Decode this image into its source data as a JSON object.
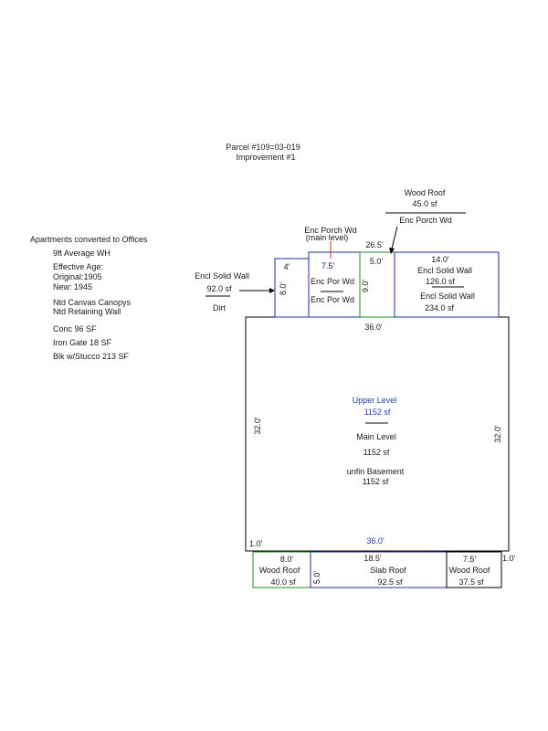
{
  "header": {
    "parcel": "Parcel #109=03-019",
    "improvement": "Improvement #1"
  },
  "notes": {
    "title": "Apartments converted to Offices",
    "lines_a": [
      "9ft Average WH"
    ],
    "lines_b": [
      "Effective Age:",
      "Original:1905",
      "New: 1945"
    ],
    "lines_c": [
      "Ntd Canvas Canopys",
      "Ntd Retaining Wall"
    ],
    "lines_d": [
      "Conc 96 SF",
      "Iron Gate 18 SF",
      "Blk w/Stucco 213 SF"
    ]
  },
  "wood_roof_top": {
    "label": "Wood Roof",
    "area": "45.0 sf",
    "sub": "Enc Porch Wd"
  },
  "enc_porch_callout": {
    "line1": "Enc Porch Wd",
    "line2": "(main level)"
  },
  "encl_wall_left": {
    "label": "Encl Solid Wall",
    "area": "92.0 sf",
    "sub": "Dirt"
  },
  "top_additions": {
    "dim_4": "4'",
    "dim_8": "8.0'",
    "dim_7_5": "7.5'",
    "enc_por_upper": "Enc Por Wd",
    "enc_por_lower": "Enc Por Wd",
    "dim_9": "9.0'",
    "dim_5": "5.0'",
    "dim_26_5": "26.5'",
    "dim_14": "14.0'",
    "right_upper_label": "Encl Solid Wall",
    "right_upper_area": "126.0 sf",
    "right_lower_label": "Encl Solid Wall",
    "right_lower_area": "234.0 sf"
  },
  "main_building": {
    "top_dim": "36.0'",
    "bottom_dim": "36.0'",
    "left_dim": "32.0'",
    "right_dim": "32.0'",
    "upper_level": "Upper Level",
    "upper_area": "1152 sf",
    "main_level": "Main Level",
    "main_area": "1152 sf",
    "basement": "unfin Basement",
    "basement_area": "1152 sf",
    "offset_dim": "1.0'"
  },
  "bottom_additions": {
    "left_dim": "8.0'",
    "left_label": "Wood Roof",
    "left_area": "40.0 sf",
    "mid_dim": "18.5'",
    "mid_side_dim": "5.0'",
    "mid_label": "Slab Roof",
    "mid_area": "92.5 sf",
    "right_dim": "7.5'",
    "right_label": "Wood Roof",
    "right_area": "37.5 sf",
    "right_offset": "1.0'"
  },
  "colors": {
    "outline": "#000000",
    "blue_outline": "#1f2f9a",
    "green_outline": "#1f8a2a",
    "red_leader": "#c0392b",
    "blue_text": "#1f3fa8"
  }
}
